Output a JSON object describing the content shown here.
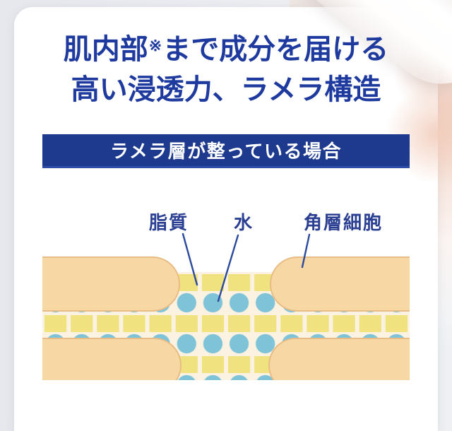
{
  "heading": {
    "line1_prefix": "肌内部",
    "note_mark": "※",
    "line1_suffix": "まで成分を届ける",
    "line2": "高い浸透力、ラメラ構造",
    "text_color": "#1e3a9e"
  },
  "diagram": {
    "title": "ラメラ層が整っている場合",
    "title_bar_color": "#1d3a8e",
    "title_text_color": "#ffffff",
    "labels": [
      {
        "id": "lipid",
        "text": "脂質"
      },
      {
        "id": "water",
        "text": "水"
      },
      {
        "id": "corneocyte",
        "text": "角層細胞"
      }
    ],
    "colors": {
      "corneocyte_cell": "#f7d7a3",
      "corneocyte_border": "#e8bc84",
      "lipid_square": "#f0e37f",
      "water_circle": "#7ec3d8",
      "pattern_background": "#fbf2e1",
      "label_text": "#2b3f92",
      "leader_line": "#2b4a9e"
    }
  }
}
